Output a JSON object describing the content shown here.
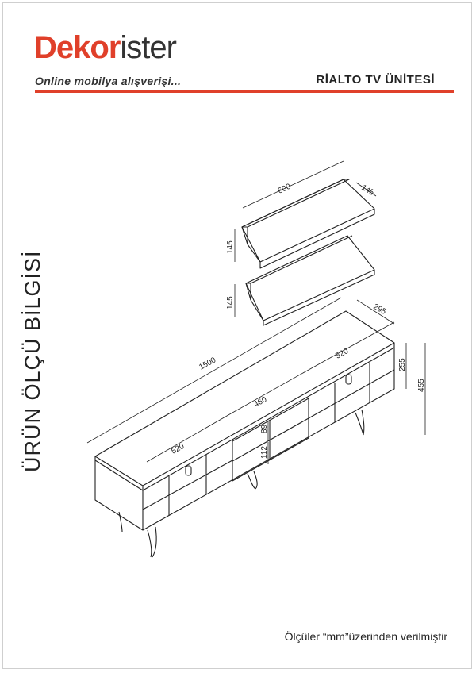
{
  "header": {
    "logo_brand": "Dekor",
    "logo_rest": "ister",
    "tagline": "Online mobilya alışverişi...",
    "product_title": "RİALTO TV ÜNİTESİ"
  },
  "side_title": "ÜRÜN ÖLÇÜ BİLGİSİ",
  "dimensions": {
    "shelf_width": "600",
    "shelf_depth": "145",
    "shelf_height_top": "145",
    "shelf_height_bottom": "145",
    "unit_width": "1500",
    "unit_depth": "295",
    "left_section": "520",
    "right_section": "520",
    "middle_section": "460",
    "middle_upper": "89",
    "middle_lower": "112",
    "cabinet_height": "255",
    "total_height": "455"
  },
  "footer": {
    "note": "Ölçüler “mm”üzerinden verilmiştir"
  },
  "colors": {
    "accent": "#e0402a",
    "line": "#222222"
  }
}
